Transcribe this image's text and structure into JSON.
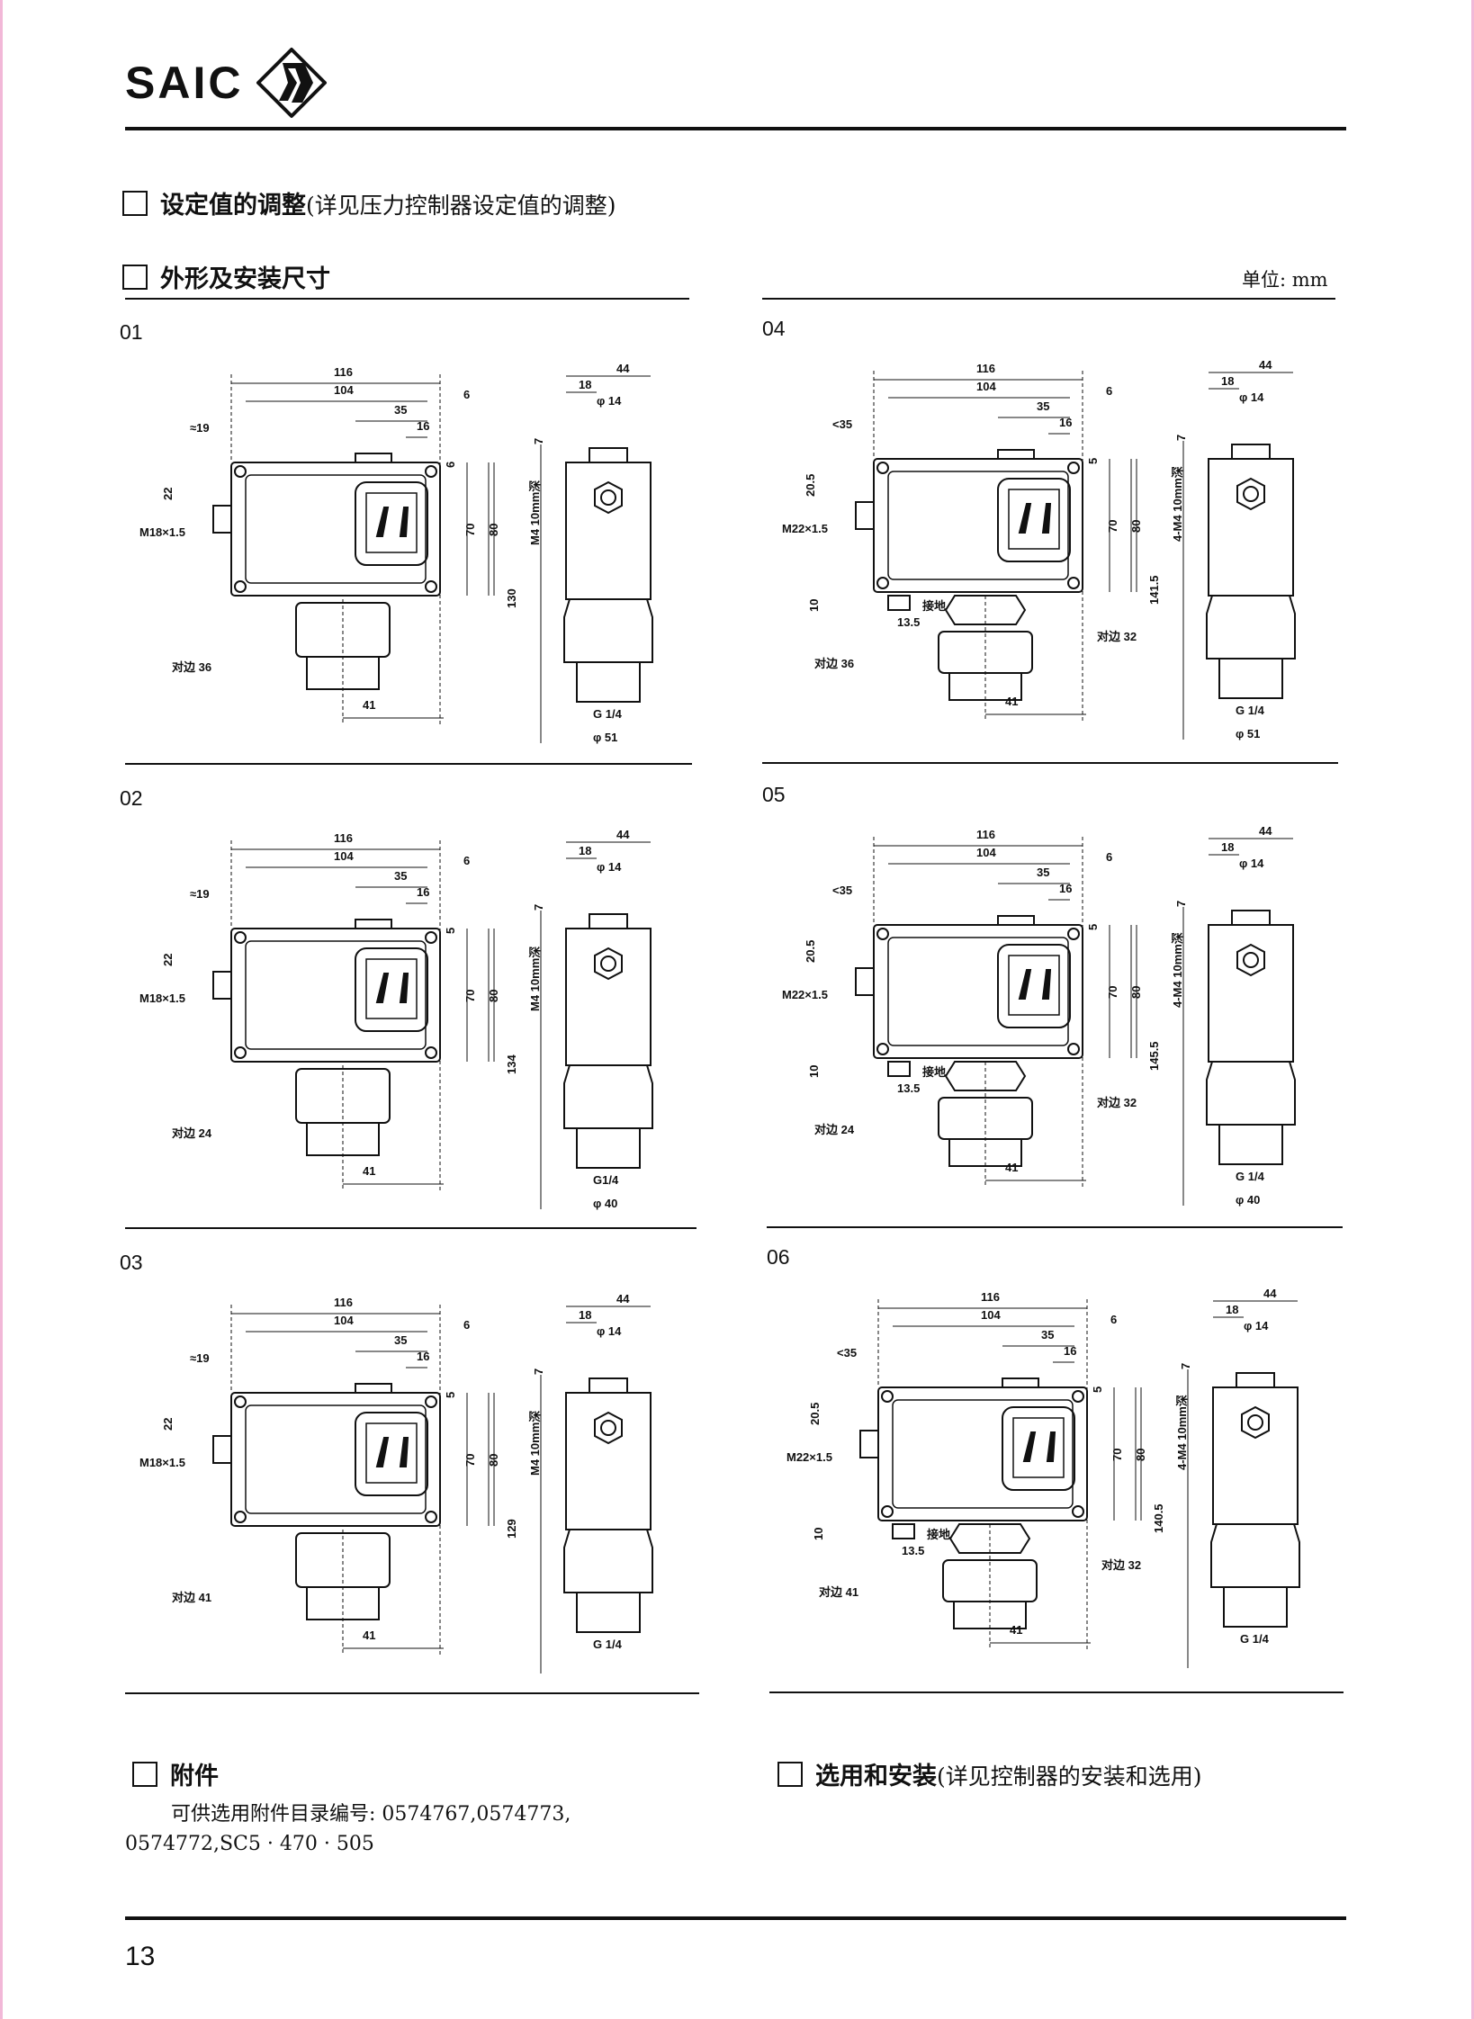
{
  "header": {
    "logo_text": "SAIC",
    "logo_mark": "SAIC diamond S emblem"
  },
  "sections": {
    "setpoint": {
      "title": "设定值的调整",
      "note": "(详见压力控制器设定值的调整)"
    },
    "dimensions": {
      "title": "外形及安装尺寸",
      "unit": "单位: mm"
    },
    "accessories": {
      "title": "附件",
      "line1": "可供选用附件目录编号: 0574767,0574773,",
      "line2": "0574772,SC5 · 470 · 505"
    },
    "selection": {
      "title": "选用和安装",
      "note": "(详见控制器的安装和选用)"
    }
  },
  "panels": [
    {
      "id": "01",
      "variant": "a",
      "dims": {
        "overall": "116",
        "inner": "104",
        "right6": "6",
        "d35": "35",
        "d16": "16",
        "left_off": "≈19",
        "left_h": "22",
        "thread": "M18×1.5",
        "top_gap": "6",
        "h70": "70",
        "h80": "80",
        "fitting_label": "对边 36",
        "w41": "41",
        "s44": "44",
        "s18": "18",
        "s_phi14": "φ 14",
        "s7": "7",
        "s_total": "130",
        "s_m4": "M4 10mm深",
        "s_g": "G 1/4",
        "s_phi": "φ 51"
      }
    },
    {
      "id": "04",
      "variant": "b",
      "dims": {
        "overall": "116",
        "inner": "104",
        "right6": "6",
        "d35": "35",
        "d16": "16",
        "left_off": "<35",
        "left_h": "20.5",
        "thread": "M22×1.5",
        "top_gap": "5",
        "h70": "70",
        "h80": "80",
        "ground_h": "10",
        "ground_w": "13.5",
        "ground_label": "接地",
        "nut_label": "对边 32",
        "fitting_label": "对边 36",
        "w41": "41",
        "s44": "44",
        "s18": "18",
        "s_phi14": "φ 14",
        "s7": "7",
        "s_total": "141.5",
        "s_m4": "4-M4 10mm深",
        "s_g": "G 1/4",
        "s_phi": "φ 51"
      }
    },
    {
      "id": "02",
      "variant": "a",
      "dims": {
        "overall": "116",
        "inner": "104",
        "right6": "6",
        "d35": "35",
        "d16": "16",
        "left_off": "≈19",
        "left_h": "22",
        "thread": "M18×1.5",
        "top_gap": "5",
        "h70": "70",
        "h80": "80",
        "fitting_label": "对边 24",
        "w41": "41",
        "s44": "44",
        "s18": "18",
        "s_phi14": "φ 14",
        "s7": "7",
        "s_total": "134",
        "s_m4": "M4 10mm深",
        "s_g": "G1/4",
        "s_phi": "φ 40"
      }
    },
    {
      "id": "05",
      "variant": "b",
      "dims": {
        "overall": "116",
        "inner": "104",
        "right6": "6",
        "d35": "35",
        "d16": "16",
        "left_off": "<35",
        "left_h": "20.5",
        "thread": "M22×1.5",
        "top_gap": "5",
        "h70": "70",
        "h80": "80",
        "ground_h": "10",
        "ground_w": "13.5",
        "ground_label": "接地",
        "nut_label": "对边 32",
        "fitting_label": "对边 24",
        "w41": "41",
        "s44": "44",
        "s18": "18",
        "s_phi14": "φ 14",
        "s7": "7",
        "s_total": "145.5",
        "s_m4": "4-M4 10mm深",
        "s_g": "G 1/4",
        "s_phi": "φ 40"
      }
    },
    {
      "id": "03",
      "variant": "a",
      "dims": {
        "overall": "116",
        "inner": "104",
        "right6": "6",
        "d35": "35",
        "d16": "16",
        "left_off": "≈19",
        "left_h": "22",
        "thread": "M18×1.5",
        "top_gap": "5",
        "h70": "70",
        "h80": "80",
        "fitting_label": "对边 41",
        "w41": "41",
        "s44": "44",
        "s18": "18",
        "s_phi14": "φ 14",
        "s7": "7",
        "s_total": "129",
        "s_m4": "M4 10mm深",
        "s_g": "G 1/4"
      }
    },
    {
      "id": "06",
      "variant": "b",
      "dims": {
        "overall": "116",
        "inner": "104",
        "right6": "6",
        "d35": "35",
        "d16": "16",
        "left_off": "<35",
        "left_h": "20.5",
        "thread": "M22×1.5",
        "top_gap": "5",
        "h70": "70",
        "h80": "80",
        "ground_h": "10",
        "ground_w": "13.5",
        "ground_label": "接地",
        "nut_label": "对边 32",
        "fitting_label": "对边 41",
        "w41": "41",
        "s44": "44",
        "s18": "18",
        "s_phi14": "φ 14",
        "s7": "7",
        "s_total": "140.5",
        "s_m4": "4-M4 10mm深",
        "s_g": "G 1/4"
      }
    }
  ],
  "footer": {
    "page_number": "13"
  }
}
